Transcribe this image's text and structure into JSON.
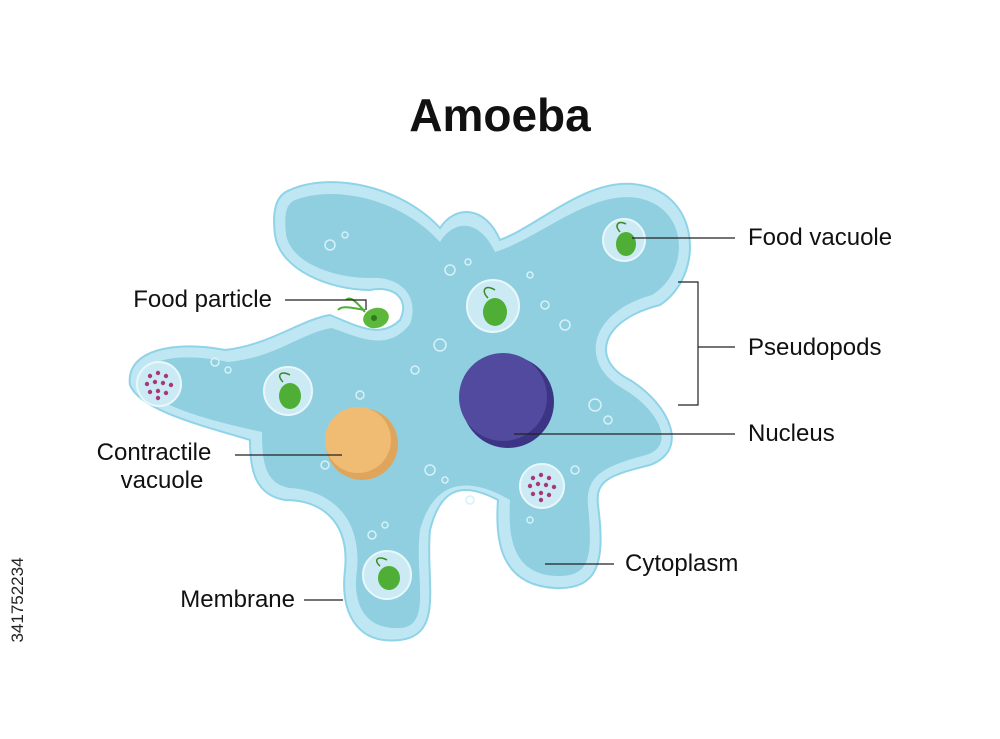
{
  "title": "Amoeba",
  "labels": {
    "food_vacuole": "Food vacuole",
    "food_particle": "Food particle",
    "pseudopods": "Pseudopods",
    "nucleus": "Nucleus",
    "contractile_vacuole_line1": "Contractile",
    "contractile_vacuole_line2": "vacuole",
    "cytoplasm": "Cytoplasm",
    "membrane": "Membrane"
  },
  "stock_id": "341752234",
  "colors": {
    "membrane": "#bfe7f3",
    "membrane_stroke": "#8fd3e8",
    "cytoplasm": "#8fcfdf",
    "nucleus": "#514a9e",
    "nucleus_shadow": "#3c3585",
    "contractile_vacuole": "#f0bb72",
    "food_particle": "#5cb83a",
    "vacuole_dots": "#a8387a"
  }
}
